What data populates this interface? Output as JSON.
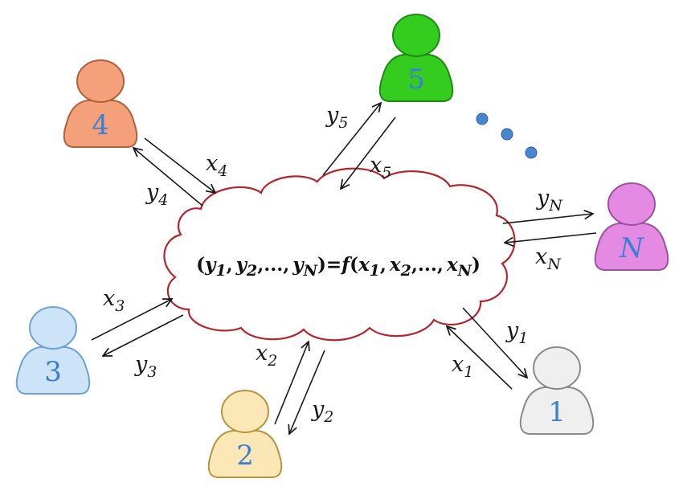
{
  "colors": {
    "cloud_stroke": "#b5252a",
    "label_blue": "#3a7fd5",
    "dots": "#4a86cf"
  },
  "formula": {
    "lhs_open": "(",
    "y1": "y",
    "y1_sub": "1",
    "y2": "y",
    "y2_sub": "2",
    "ellipsis_y": "...",
    "yN": "y",
    "yN_sub": "N",
    "eq": ")=",
    "f": "f",
    "rhs_open": "(",
    "x1": "x",
    "x1_sub": "1",
    "x2": "x",
    "x2_sub": "2",
    "ellipsis_x": "...",
    "xN": "x",
    "xN_sub": "N",
    "rhs_close": ")",
    "comma": ","
  },
  "parties": [
    {
      "id": "1",
      "label": "1",
      "icon": "person-icon",
      "fill": "#efefef",
      "stroke": "#8a8a8a",
      "in_var": "x",
      "in_sub": "1",
      "out_var": "y",
      "out_sub": "1"
    },
    {
      "id": "2",
      "label": "2",
      "icon": "person-icon",
      "fill": "#fbe8b6",
      "stroke": "#b89440",
      "in_var": "x",
      "in_sub": "2",
      "out_var": "y",
      "out_sub": "2"
    },
    {
      "id": "3",
      "label": "3",
      "icon": "person-icon",
      "fill": "#cde4f8",
      "stroke": "#6aa3d8",
      "in_var": "x",
      "in_sub": "3",
      "out_var": "y",
      "out_sub": "3"
    },
    {
      "id": "4",
      "label": "4",
      "icon": "person-icon",
      "fill": "#f4a07a",
      "stroke": "#b0603a",
      "in_var": "x",
      "in_sub": "4",
      "out_var": "y",
      "out_sub": "4"
    },
    {
      "id": "5",
      "label": "5",
      "icon": "person-icon",
      "fill": "#33cc1f",
      "stroke": "#1f8a10",
      "in_var": "x",
      "in_sub": "5",
      "out_var": "y",
      "out_sub": "5"
    },
    {
      "id": "N",
      "label": "N",
      "icon": "person-icon",
      "fill": "#e58ae3",
      "stroke": "#a050a0",
      "in_var": "x",
      "in_sub": "N",
      "out_var": "y",
      "out_sub": "N"
    }
  ]
}
